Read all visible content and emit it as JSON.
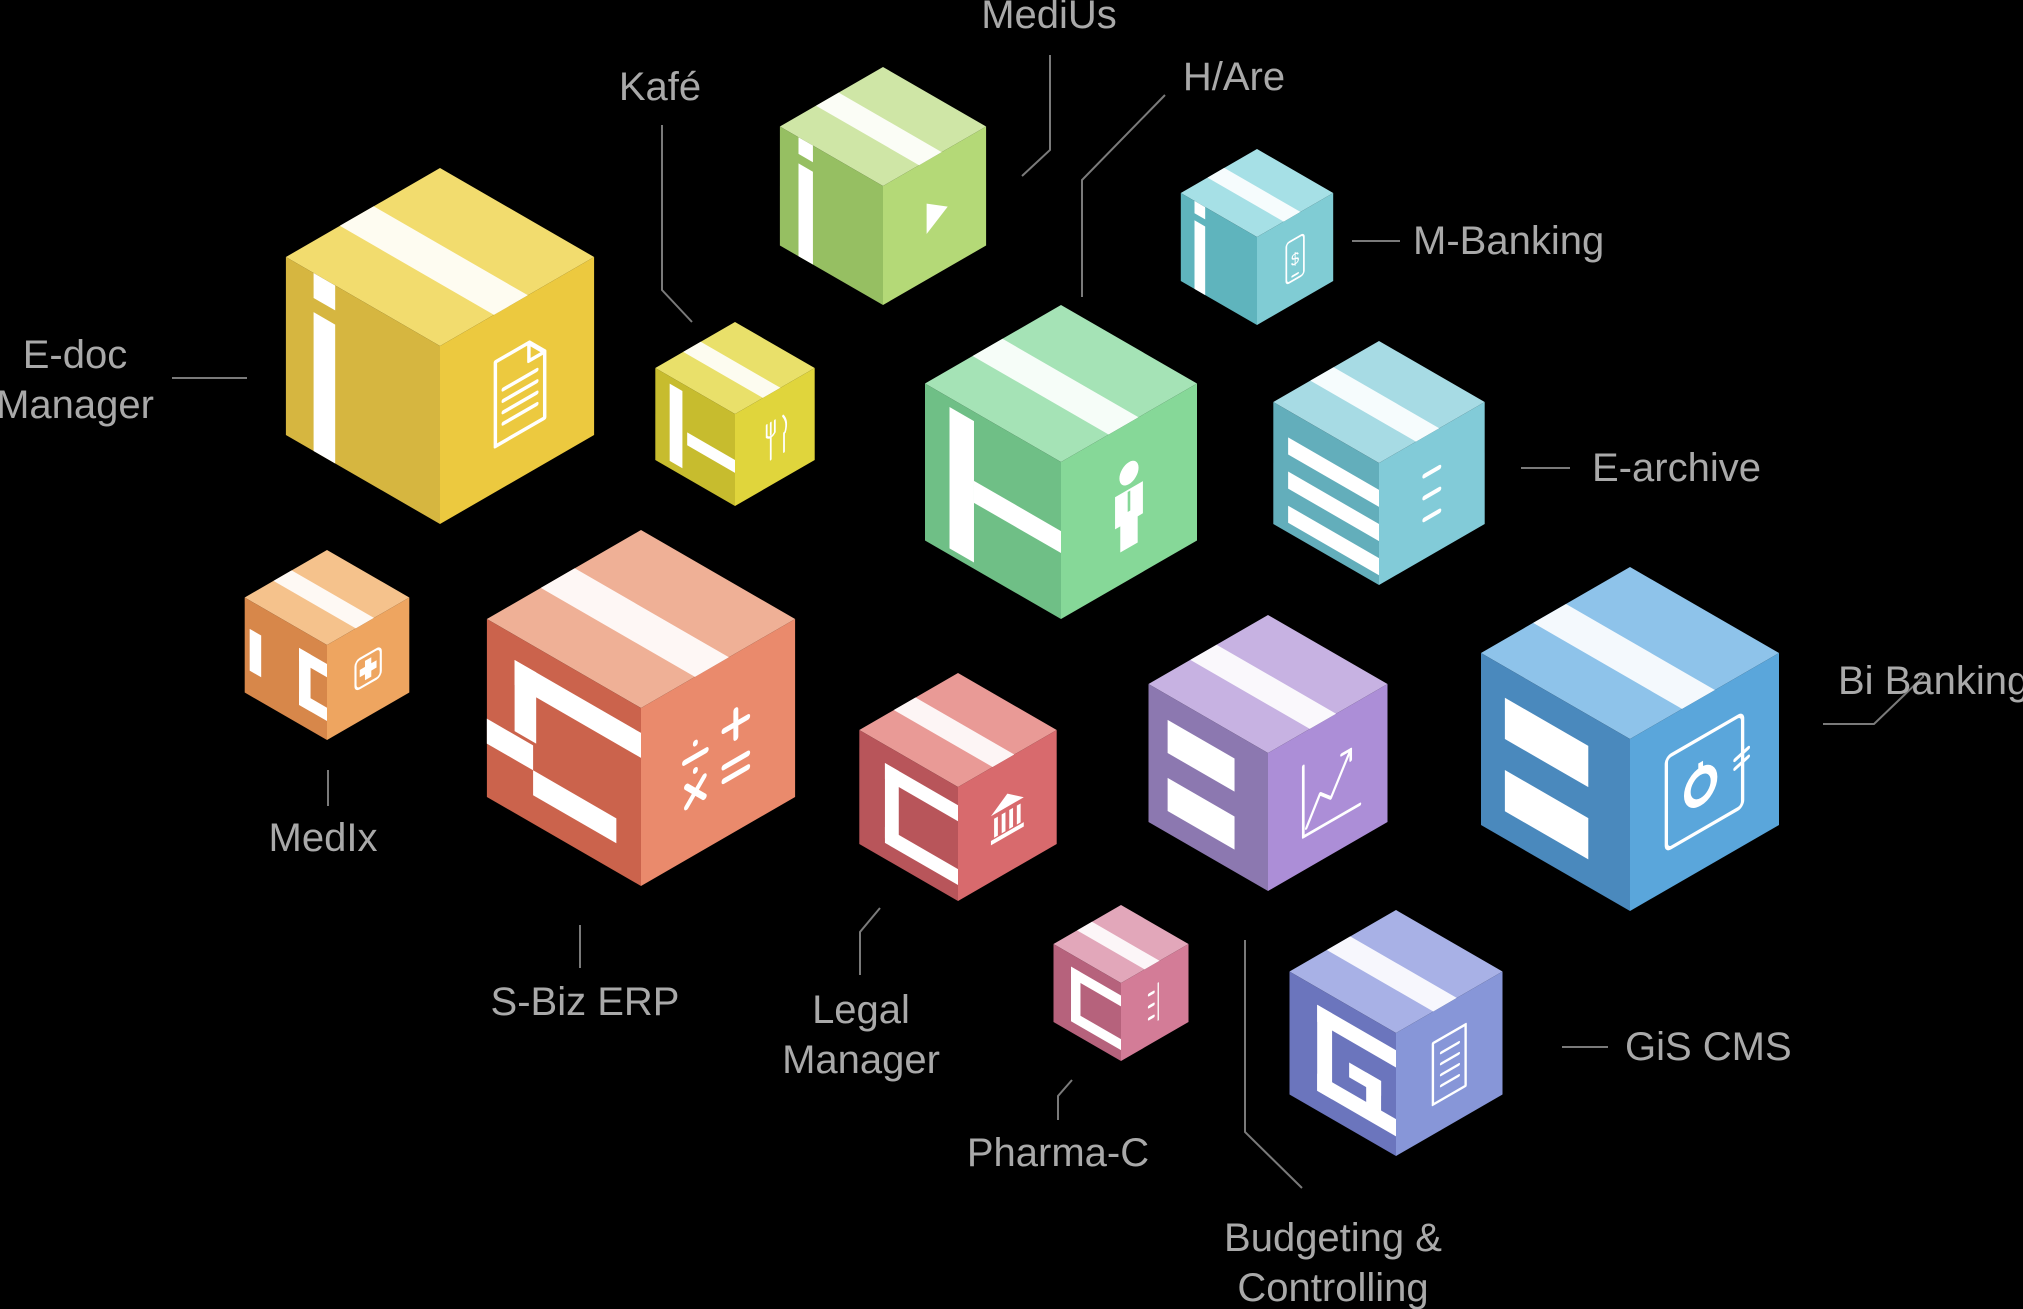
{
  "products": [
    {
      "id": "edoc",
      "letter": "M",
      "icon": "document-icon",
      "lines": [
        "E-doc",
        "Manager"
      ],
      "colors": {
        "top": "#f2dc6e",
        "left": "#d6b640",
        "right": "#ecc93f"
      }
    },
    {
      "id": "kafe",
      "letter": "K",
      "icon": "fork-knife-icon",
      "lines": [
        "Kafé"
      ],
      "colors": {
        "top": "#e9e06a",
        "left": "#c7bc2e",
        "right": "#e0d53c"
      }
    },
    {
      "id": "medius",
      "letter": "M",
      "icon": "play-icon",
      "lines": [
        "MediUs"
      ],
      "colors": {
        "top": "#cfe6a6",
        "left": "#96bf62",
        "right": "#b4d977"
      }
    },
    {
      "id": "hare",
      "letter": "H",
      "icon": "person-icon",
      "lines": [
        "H/Are"
      ],
      "colors": {
        "top": "#a5e3b6",
        "left": "#6fbf86",
        "right": "#86d898"
      }
    },
    {
      "id": "mbanking",
      "letter": "M",
      "icon": "phone-dollar-icon",
      "lines": [
        "M-Banking"
      ],
      "colors": {
        "top": "#a6e0e6",
        "left": "#5fb4bd",
        "right": "#80ccd4"
      }
    },
    {
      "id": "earchive",
      "letter": "E",
      "icon": "drawers-icon",
      "lines": [
        "E-archive"
      ],
      "colors": {
        "top": "#a7dbe4",
        "left": "#63aebb",
        "right": "#82cbd8"
      }
    },
    {
      "id": "medix",
      "letter": "D",
      "icon": "medical-cross-icon",
      "lines": [
        "MedIx"
      ],
      "colors": {
        "top": "#f5c28c",
        "left": "#d7874a",
        "right": "#eea560"
      }
    },
    {
      "id": "sbiz",
      "letter": "S",
      "icon": "calculator-icon",
      "lines": [
        "S-Biz ERP"
      ],
      "colors": {
        "top": "#efb096",
        "left": "#cb634c",
        "right": "#ea8a6c"
      }
    },
    {
      "id": "legal",
      "letter": "C",
      "icon": "bank-building-icon",
      "lines": [
        "Legal",
        "Manager"
      ],
      "colors": {
        "top": "#e99a96",
        "left": "#b8555a",
        "right": "#d86a6d"
      }
    },
    {
      "id": "budget",
      "letter": "B",
      "icon": "chart-up-icon",
      "lines": [
        "Budgeting &",
        "Controlling"
      ],
      "colors": {
        "top": "#c7b2e2",
        "left": "#8c78b0",
        "right": "#ac8ed7"
      }
    },
    {
      "id": "bibank",
      "letter": "B",
      "icon": "safe-icon",
      "lines": [
        "Bi Banking"
      ],
      "colors": {
        "top": "#8ec3ea",
        "left": "#4a89bd",
        "right": "#5aa6db"
      }
    },
    {
      "id": "pharma",
      "letter": "C",
      "icon": "pill-cabinet-icon",
      "lines": [
        "Pharma-C"
      ],
      "colors": {
        "top": "#e2a7ba",
        "left": "#b6627c",
        "right": "#d37c97"
      }
    },
    {
      "id": "gis",
      "letter": "G",
      "icon": "page-list-icon",
      "lines": [
        "GiS CMS"
      ],
      "colors": {
        "top": "#a8b1e6",
        "left": "#6b75bd",
        "right": "#8796d8"
      }
    }
  ]
}
